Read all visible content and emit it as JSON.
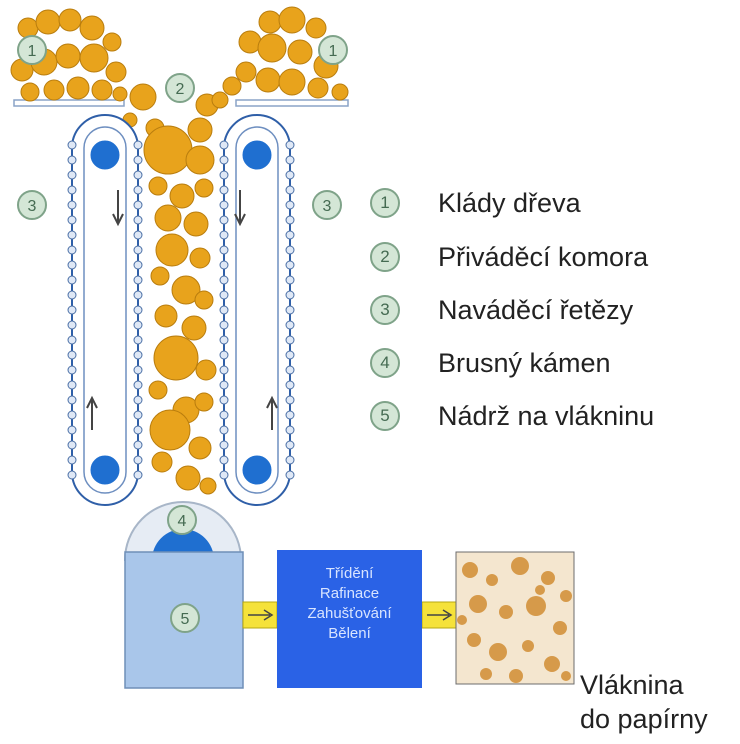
{
  "legend": {
    "items": [
      {
        "number": "1",
        "label": "Klády dřeva"
      },
      {
        "number": "2",
        "label": "Přiváděcí komora"
      },
      {
        "number": "3",
        "label": "Naváděcí řetězy"
      },
      {
        "number": "4",
        "label": "Brusný kámen"
      },
      {
        "number": "5",
        "label": "Nádrž na vlákninu"
      }
    ]
  },
  "diagram": {
    "badge_1": "1",
    "badge_2": "2",
    "badge_3": "3",
    "badge_4": "4",
    "badge_5": "5"
  },
  "process": {
    "steps": [
      "Třídění",
      "Rafinace",
      "Zahušťování",
      "Bělení"
    ]
  },
  "output": {
    "line1": "Vláknina",
    "line2": "do papírny"
  },
  "colors": {
    "log": "#e8a31c",
    "log_edge": "#b97d0e",
    "chain": "#2f5fa8",
    "roller": "#1f6fd0",
    "tank": "#a9c6ea",
    "process": "#2a62e6",
    "arrow": "#f5e23a",
    "badge_fill": "#d4e6d6"
  }
}
